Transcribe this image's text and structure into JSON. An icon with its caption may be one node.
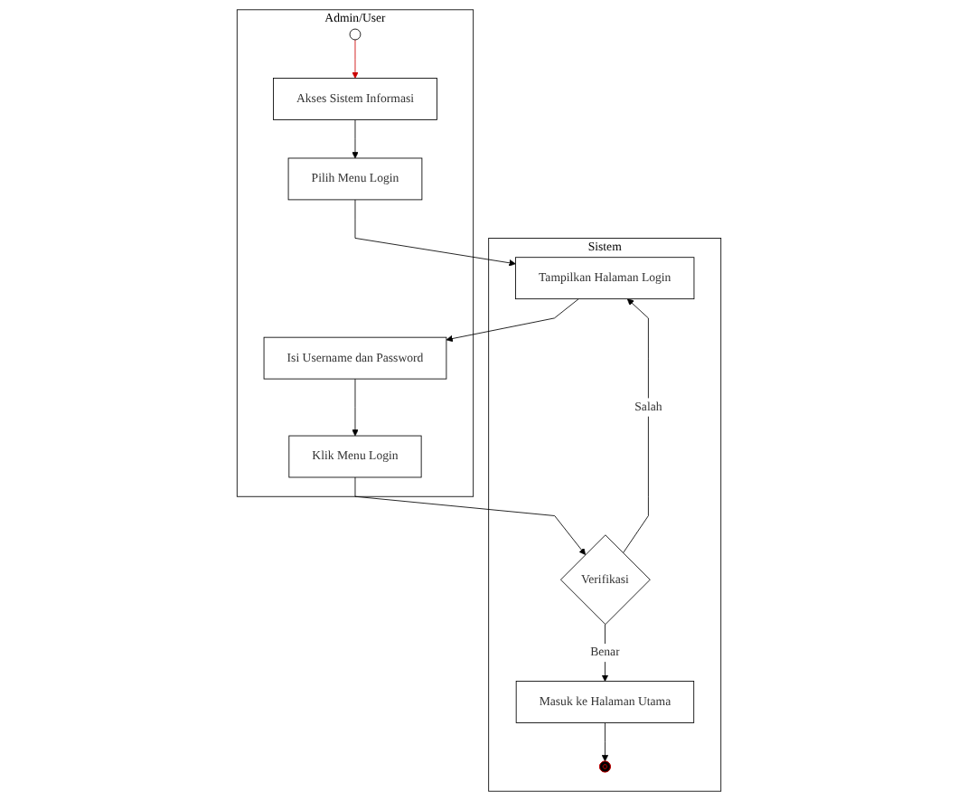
{
  "diagram": {
    "nodes": [
      {
        "text": [
          "Admin/User"
        ]
      },
      {
        "text": [],
        "shape": "circle",
        "in": 0
      },
      {
        "text": [
          "Akses Sistem Informasi"
        ],
        "in": 0
      },
      {
        "text": [
          "Pilih Menu Login"
        ],
        "in": 0
      },
      {
        "text": [
          "Isi Username dan Password"
        ],
        "in": 0
      },
      {
        "text": [
          "Klik Menu Login"
        ],
        "in": 0
      },
      {
        "text": [
          "Sistem"
        ]
      },
      {
        "text": [
          "Tampilkan Halaman Login"
        ],
        "in": 6
      },
      {
        "text": [
          "Verifikasi"
        ],
        "in": 6
      },
      {
        "text": [
          "Masuk ke Halaman Utama"
        ],
        "in": 6
      },
      {
        "text": [],
        "shape": "circle",
        "in": 6
      }
    ],
    "edges": [
      {
        "from": 1,
        "to": 2,
        "arrow": "to",
        "color": "#cc0000"
      },
      {
        "from": 2,
        "to": 3,
        "arrow": "to"
      },
      {
        "from": 3,
        "to": 7,
        "arrow": "to"
      },
      {
        "from": 7,
        "to": 4,
        "arrow": "to"
      },
      {
        "from": 4,
        "to": 5,
        "arrow": "to"
      },
      {
        "from": 5,
        "to": 8,
        "arrow": "to"
      },
      {
        "from": 8,
        "to": 7,
        "label": "Salah",
        "arrow": "to"
      },
      {
        "from": 8,
        "to": 9,
        "label": "Benar",
        "arrow": "to"
      },
      {
        "from": 9,
        "to": 10,
        "arrow": "to"
      }
    ]
  }
}
